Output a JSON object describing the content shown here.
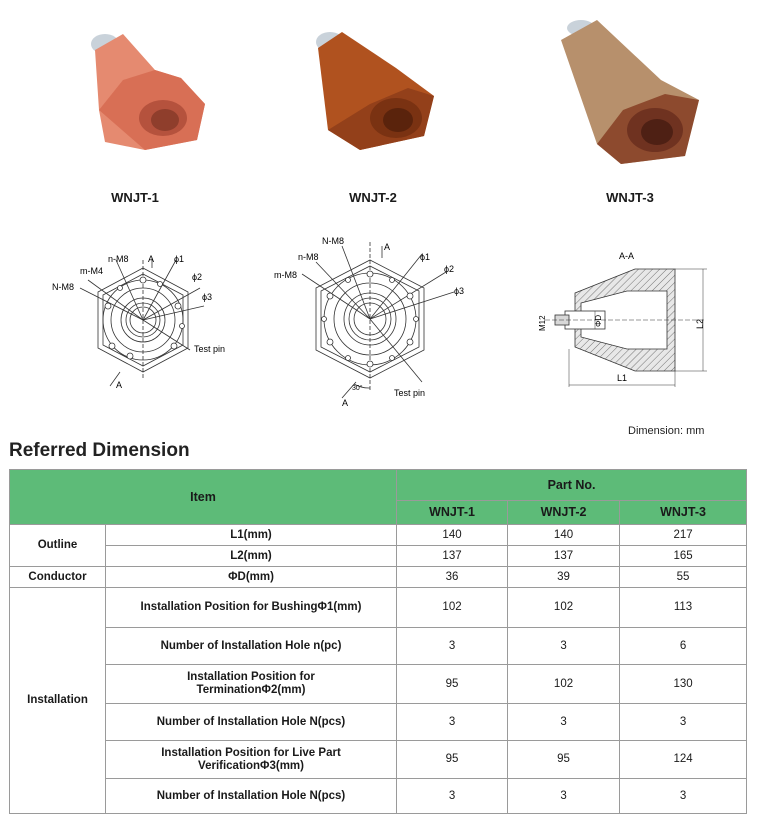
{
  "products": [
    {
      "name": "WNJT-1",
      "color": "#e07a62"
    },
    {
      "name": "WNJT-2",
      "color": "#a8481f"
    },
    {
      "name": "WNJT-3",
      "color": "#a87858"
    }
  ],
  "drawing1": {
    "labels": [
      "n-M8",
      "A",
      "ϕ1",
      "m-M4",
      "ϕ2",
      "N-M8",
      "ϕ3",
      "Test pin",
      "A"
    ]
  },
  "drawing2": {
    "labels": [
      "N-M8",
      "A",
      "n-M8",
      "ϕ1",
      "m-M8",
      "ϕ2",
      "ϕ3",
      "30°",
      "Test pin",
      "A"
    ]
  },
  "section": {
    "title": "A-A",
    "labels": [
      "M12",
      "ΦD",
      "L2",
      "L1"
    ]
  },
  "dimension_note": "Dimension: mm",
  "heading": "Referred Dimension",
  "table": {
    "item_header": "Item",
    "partno_header": "Part No.",
    "columns": [
      "WNJT-1",
      "WNJT-2",
      "WNJT-3"
    ],
    "groups": [
      {
        "group": "Outline",
        "rows": [
          {
            "label": "L1(mm)",
            "values": [
              "140",
              "140",
              "217"
            ]
          },
          {
            "label": "L2(mm)",
            "values": [
              "137",
              "137",
              "165"
            ]
          }
        ]
      },
      {
        "group": "Conductor",
        "rows": [
          {
            "label": "ΦD(mm)",
            "values": [
              "36",
              "39",
              "55"
            ]
          }
        ]
      },
      {
        "group": "Installation",
        "rows": [
          {
            "label": "Installation Position for BushingΦ1(mm)",
            "values": [
              "102",
              "102",
              "113"
            ]
          },
          {
            "label": "Number of Installation Hole n(pc)",
            "values": [
              "3",
              "3",
              "6"
            ]
          },
          {
            "label": "Installation Position for\nTerminationΦ2(mm)",
            "values": [
              "95",
              "102",
              "130"
            ]
          },
          {
            "label": "Number of Installation Hole N(pcs)",
            "values": [
              "3",
              "3",
              "3"
            ]
          },
          {
            "label": "Installation Position for Live Part\nVerificationΦ3(mm)",
            "values": [
              "95",
              "95",
              "124"
            ]
          },
          {
            "label": "Number of Installation Hole N(pcs)",
            "values": [
              "3",
              "3",
              "3"
            ]
          }
        ]
      }
    ]
  }
}
